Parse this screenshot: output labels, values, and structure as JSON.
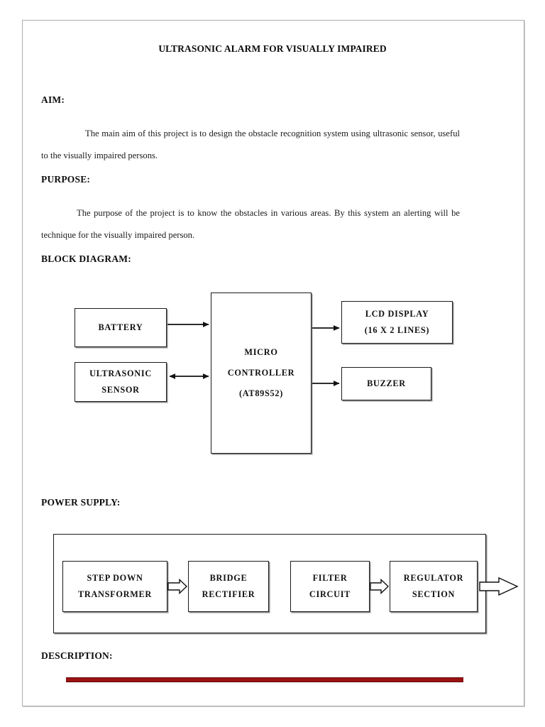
{
  "document": {
    "title": "ULTRASONIC ALARM FOR VISUALLY IMPAIRED",
    "sections": {
      "aim": {
        "heading": "AIM:",
        "body": "The main aim of this project is to  design the obstacle recognition system using ultrasonic sensor, useful to the visually impaired persons."
      },
      "purpose": {
        "heading": "PURPOSE:",
        "body": "The purpose of the project is to know the obstacles in various areas. By this system an alerting will be technique for the visually impaired person."
      },
      "block_diagram": {
        "heading": "BLOCK DIAGRAM:"
      },
      "power_supply": {
        "heading": "POWER SUPPLY:"
      },
      "description": {
        "heading": "DESCRIPTION:"
      }
    }
  },
  "block_diagram": {
    "blocks": {
      "battery": {
        "line1": "BATTERY"
      },
      "ultrasonic": {
        "line1": "ULTRASONIC",
        "line2": "SENSOR"
      },
      "microcontroller": {
        "line1": "MICRO",
        "line2": "CONTROLLER",
        "line3": "(AT89S52)"
      },
      "lcd": {
        "line1": "LCD DISPLAY",
        "line2": "(16 X 2 LINES)"
      },
      "buzzer": {
        "line1": "BUZZER"
      }
    },
    "connections": [
      {
        "from": "battery",
        "to": "microcontroller",
        "type": "arrow-right"
      },
      {
        "from": "ultrasonic",
        "to": "microcontroller",
        "type": "arrow-bidirectional"
      },
      {
        "from": "microcontroller",
        "to": "lcd",
        "type": "arrow-right"
      },
      {
        "from": "microcontroller",
        "to": "buzzer",
        "type": "arrow-right"
      }
    ]
  },
  "power_supply_diagram": {
    "blocks": {
      "step_down": {
        "line1": "STEP DOWN",
        "line2": "TRANSFORMER"
      },
      "bridge": {
        "line1": "BRIDGE",
        "line2": "RECTIFIER"
      },
      "filter": {
        "line1": "FILTER",
        "line2": "CIRCUIT"
      },
      "regulator": {
        "line1": "REGULATOR",
        "line2": "SECTION"
      }
    },
    "connections": [
      {
        "from": "step_down",
        "to": "bridge",
        "type": "hollow-arrow-right"
      },
      {
        "from": "filter",
        "to": "regulator",
        "type": "hollow-arrow-right"
      },
      {
        "from": "regulator",
        "to": "output",
        "type": "hollow-arrow-right"
      }
    ]
  },
  "colors": {
    "rule": "#9c1212",
    "rule_edge": "#5e0a0a",
    "page_border": "#adadad",
    "ink": "#111111"
  }
}
